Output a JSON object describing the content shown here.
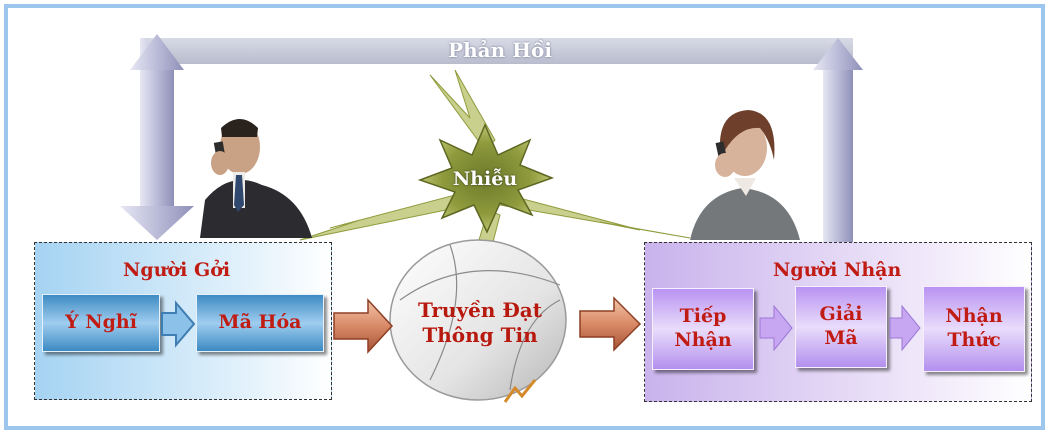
{
  "feedback": {
    "label": "Phản Hồi"
  },
  "noise": {
    "label": "Nhiễu"
  },
  "sender": {
    "title": "Người Gởi",
    "steps": [
      "Ý Nghĩ",
      "Mã Hóa"
    ]
  },
  "channel": {
    "label": [
      "Truyền Đạt",
      "Thông Tin"
    ]
  },
  "receiver": {
    "title": "Người Nhận",
    "steps": [
      {
        "l1": "Tiếp",
        "l2": "Nhận"
      },
      {
        "l1": "Giải",
        "l2": "Mã"
      },
      {
        "l1": "Nhận",
        "l2": "Thức"
      }
    ]
  },
  "colors": {
    "label_red": "#c01c14",
    "frame_blue": "#9cc6ee",
    "pipe_lavender": "#b6b7d5",
    "noise_green": "#8f9b3c"
  }
}
